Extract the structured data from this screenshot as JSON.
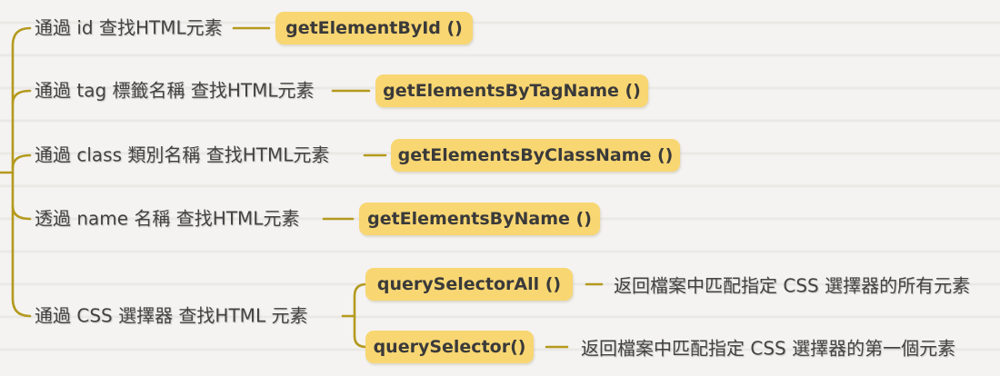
{
  "palette": {
    "canvas-bg": "#f4f3f1",
    "stripe": "#eae8e5",
    "line": "#b49a1e",
    "badge-bg": "#f8d672",
    "badge-text": "#3a3a3a",
    "label-text": "#424242"
  },
  "branches": [
    {
      "label": "通過 id 查找HTML元素",
      "method": "getElementById ()"
    },
    {
      "label": "通過 tag 標籤名稱 查找HTML元素",
      "method": "getElementsByTagName ()"
    },
    {
      "label": "通過 class 類別名稱 查找HTML元素",
      "method": "getElementsByClassName ()"
    },
    {
      "label": "透過 name 名稱 查找HTML元素",
      "method": "getElementsByName ()"
    },
    {
      "label": "通過 CSS 選擇器 查找HTML 元素",
      "children": [
        {
          "method": "querySelectorAll ()",
          "description": "返回檔案中匹配指定 CSS 選擇器的所有元素"
        },
        {
          "method": "querySelector()",
          "description": "返回檔案中匹配指定 CSS 選擇器的第一個元素"
        }
      ]
    }
  ]
}
